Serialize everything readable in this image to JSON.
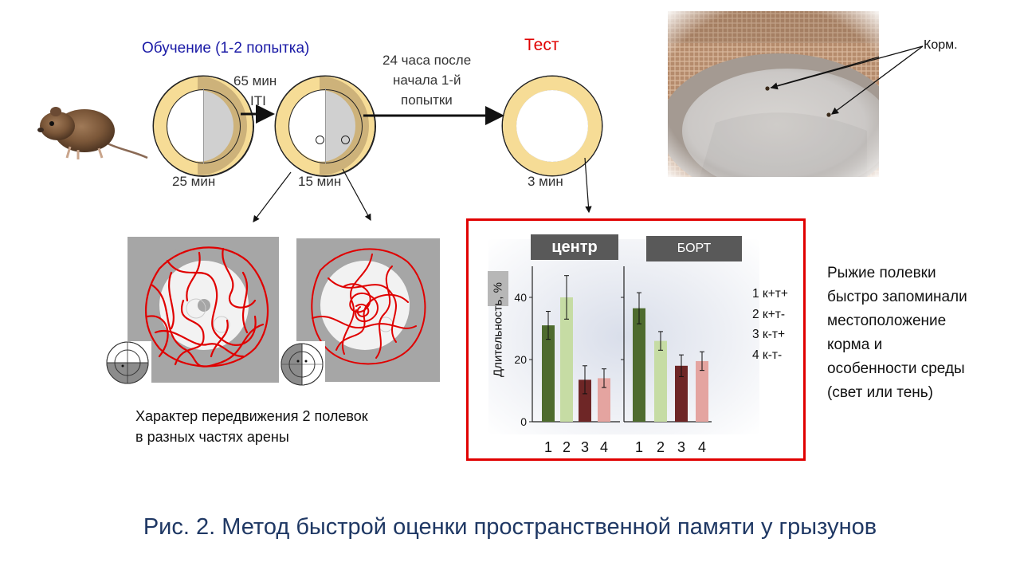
{
  "colors": {
    "ring_yellow": "#f6dc96",
    "red_box": "#e00000",
    "title_blue": "#1f3864",
    "training_title": "#1a1aa6",
    "test_title": "#e00000",
    "bar1": "#4e6b2e",
    "bar2": "#c6dca4",
    "bar3": "#6e2626",
    "bar4": "#e4a4a0"
  },
  "schema": {
    "training_title": "Обучение (1-2 попытка)",
    "test_title": "Тест",
    "iti_line1": "65 мин",
    "iti_line2": "ITI",
    "delay_line1": "24 часа после",
    "delay_line2": "начала 1-й",
    "delay_line3": "попытки",
    "dur1": "25 мин",
    "dur2": "15 мин",
    "dur3": "3 мин"
  },
  "photo": {
    "label": "Корм."
  },
  "tracks": {
    "caption_line1": "Характер передвижения 2 полевок",
    "caption_line2": "в разных частях арены"
  },
  "chart_data": [
    {
      "type": "bar",
      "title": "центр",
      "ylabel": "Длительность, %",
      "categories": [
        "1",
        "2",
        "3",
        "4"
      ],
      "values": [
        31,
        40,
        13.5,
        14
      ],
      "errors": [
        4.5,
        7,
        4.5,
        3
      ],
      "colors": [
        "#4e6b2e",
        "#c6dca4",
        "#6e2626",
        "#e4a4a0"
      ],
      "ylim": [
        0,
        50
      ],
      "yticks": [
        "0",
        "20",
        "40"
      ]
    },
    {
      "type": "bar",
      "title": "БОРТ",
      "categories": [
        "1",
        "2",
        "3",
        "4"
      ],
      "values": [
        36.5,
        26,
        18,
        19.5
      ],
      "errors": [
        5,
        3,
        3.5,
        3
      ],
      "colors": [
        "#4e6b2e",
        "#c6dca4",
        "#6e2626",
        "#e4a4a0"
      ],
      "ylim": [
        0,
        50
      ]
    }
  ],
  "legend": [
    "1 к+т+",
    "2 к+т-",
    "3 к-т+",
    "4 к-т-"
  ],
  "note": [
    "Рыжие полевки",
    "быстро запоминали",
    "местоположение",
    "корма и",
    "особенности среды",
    "(свет или тень)"
  ],
  "caption": "Рис. 2. Метод быстрой оценки пространственной памяти у грызунов"
}
